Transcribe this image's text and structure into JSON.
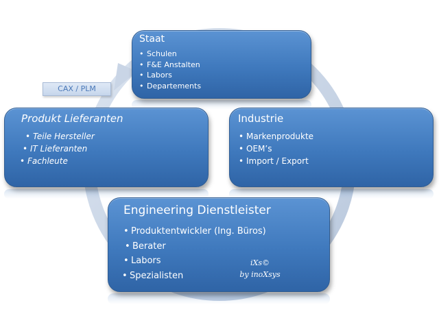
{
  "tag": {
    "label": "CAX / PLM"
  },
  "boxes": {
    "staat": {
      "title": "Staat",
      "items": [
        "Schulen",
        "F&E Anstalten",
        "Labors",
        "Departements"
      ]
    },
    "produkt": {
      "title": "Produkt Lieferanten",
      "items": [
        "Teile Hersteller",
        "IT Lieferanten",
        "Fachleute"
      ]
    },
    "industrie": {
      "title": "Industrie",
      "items": [
        "Markenprodukte",
        "OEM’s",
        "Import / Export"
      ]
    },
    "engineering": {
      "title": "Engineering Dienstleister",
      "items": [
        "Produktentwickler  (Ing. Büros)",
        "Berater",
        "Labors",
        "Spezialisten"
      ]
    }
  },
  "logo": {
    "name": "iXs©",
    "by": "by inoXsys"
  },
  "colors": {
    "box_fill": "#3f79bd",
    "ring": "#c9d5e6",
    "text": "#ffffff",
    "tag_text": "#4a78b8"
  }
}
